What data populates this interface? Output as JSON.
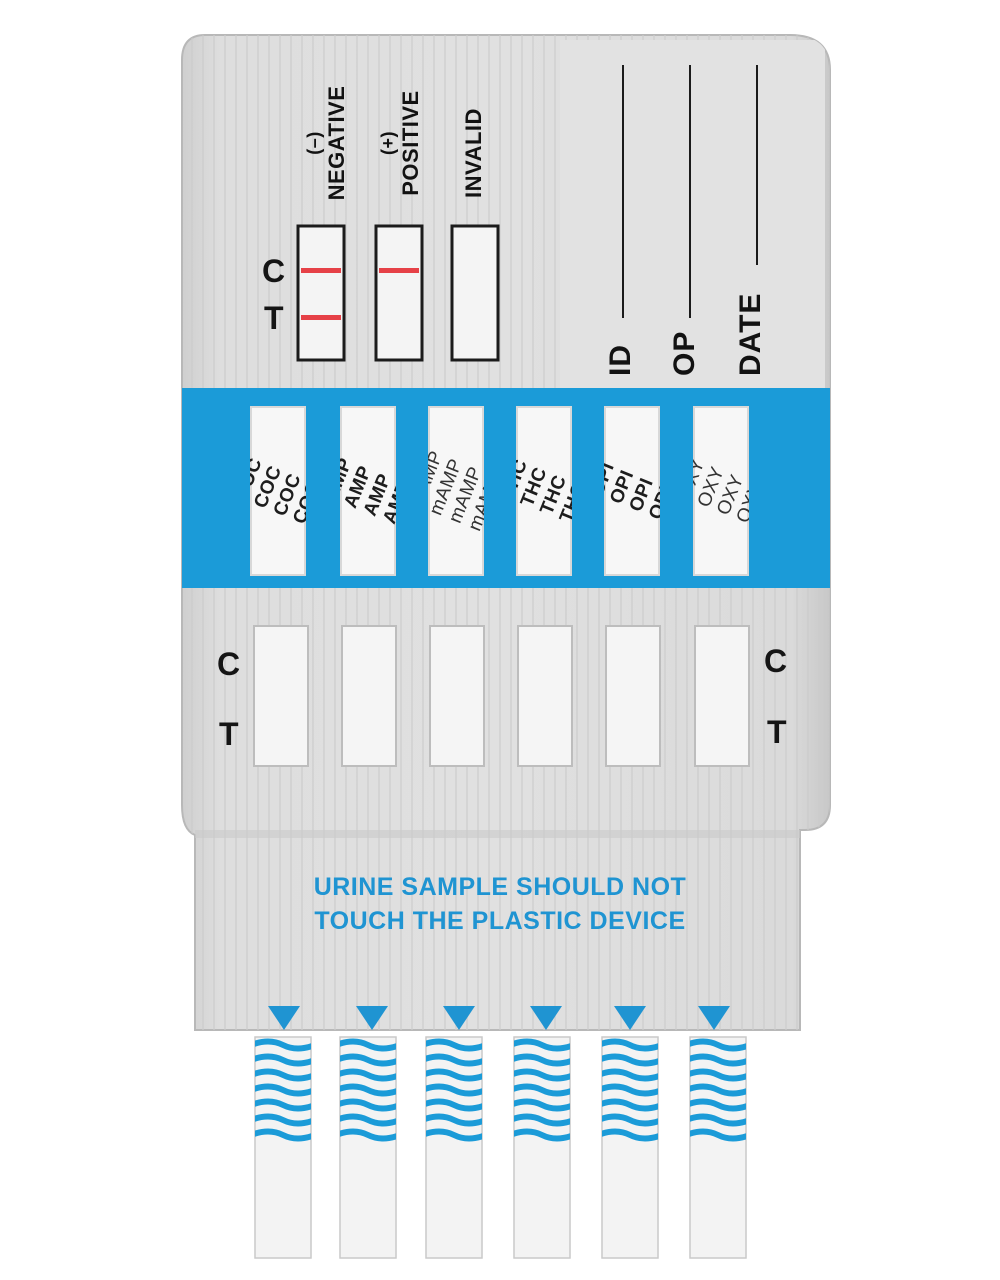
{
  "colors": {
    "body": "#dcdcdc",
    "band": "#1b9bd8",
    "accent_text": "#1f94d2",
    "control_line": "#e64147"
  },
  "legend": {
    "negative": {
      "sign": "(–)",
      "label": "NEGATIVE",
      "lines": 2
    },
    "positive": {
      "sign": "(+)",
      "label": "POSITIVE",
      "lines": 1
    },
    "invalid": {
      "label": "INVALID",
      "lines": 0
    },
    "c_label": "C",
    "t_label": "T"
  },
  "fields": [
    {
      "label": "ID"
    },
    {
      "label": "OP"
    },
    {
      "label": "DATE"
    }
  ],
  "strips": [
    {
      "code": "COC"
    },
    {
      "code": "AMP"
    },
    {
      "code": "mAMP"
    },
    {
      "code": "THC"
    },
    {
      "code": "OPI"
    },
    {
      "code": "OXY"
    }
  ],
  "result_labels": {
    "c": "C",
    "t": "T"
  },
  "warning": {
    "line1": "URINE SAMPLE SHOULD NOT",
    "line2": "TOUCH THE PLASTIC DEVICE"
  },
  "icons": {
    "dip_arrow": "down-triangle-icon",
    "wave": "wave-pattern-icon"
  }
}
